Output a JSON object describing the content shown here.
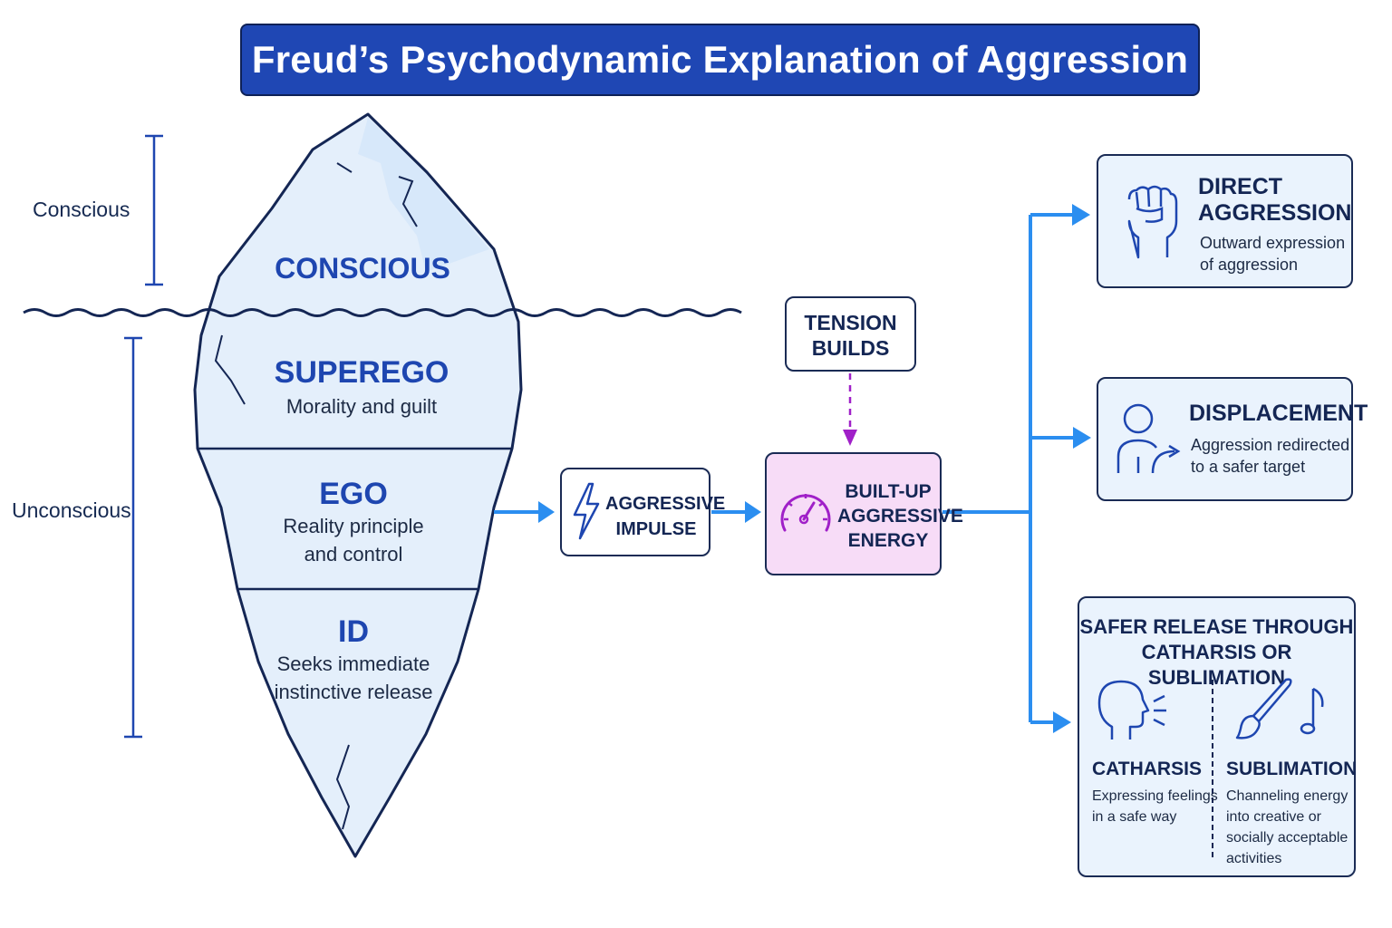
{
  "title": "Freud’s Psychodynamic Explanation of Aggression",
  "side_labels": {
    "conscious": "Conscious",
    "unconscious": "Unconscious"
  },
  "iceberg": {
    "conscious": {
      "title": "CONSCIOUS"
    },
    "superego": {
      "title": "SUPEREGO",
      "desc": "Morality and guilt"
    },
    "ego": {
      "title": "EGO",
      "desc_line1": "Reality principle",
      "desc_line2": "and control"
    },
    "id": {
      "title": "ID",
      "desc_line1": "Seeks immediate",
      "desc_line2": "instinctive release"
    }
  },
  "flow": {
    "impulse": {
      "line1": "AGGRESSIVE",
      "line2": "IMPULSE",
      "icon": "lightning-icon"
    },
    "tension": {
      "line1": "TENSION",
      "line2": "BUILDS"
    },
    "energy": {
      "line1": "BUILT-UP",
      "line2": "AGGRESSIVE",
      "line3": "ENERGY",
      "icon": "gauge-icon"
    }
  },
  "outcomes": {
    "direct": {
      "title_line1": "DIRECT",
      "title_line2": "AGGRESSION",
      "desc_line1": "Outward expression",
      "desc_line2": "of aggression",
      "icon": "fist-icon"
    },
    "displacement": {
      "title": "DISPLACEMENT",
      "desc_line1": "Aggression redirected",
      "desc_line2": "to a safer target",
      "icon": "person-redirect-icon"
    },
    "safer": {
      "title_line1": "SAFER RELEASE THROUGH",
      "title_line2": "CATHARSIS OR SUBLIMATION",
      "catharsis": {
        "title": "CATHARSIS",
        "desc_line1": "Expressing feelings",
        "desc_line2": "in a safe way",
        "icon": "speaking-head-icon"
      },
      "sublimation": {
        "title": "SUBLIMATION",
        "desc_line1": "Channeling energy",
        "desc_line2": "into creative or",
        "desc_line3": "socially acceptable",
        "desc_line4": "activities",
        "icon": "paintbrush-music-icon"
      }
    }
  },
  "colors": {
    "title_bg": "#1f47b4",
    "accent_blue": "#1e46b0",
    "arrow_blue": "#2b8ef0",
    "energy_bg": "#f7dcf7",
    "energy_purple": "#a020c8",
    "card_bg": "#eaf3fd",
    "iceberg_fill": "#e4effb"
  }
}
